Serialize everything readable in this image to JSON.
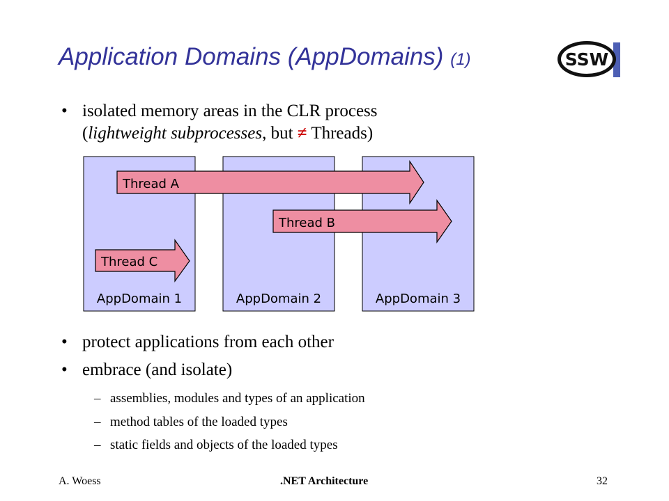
{
  "slide": {
    "title": "Application Domains (AppDomains)",
    "title_suffix": "(1)",
    "logo_text": "SSW",
    "bullets": [
      {
        "line1": "isolated memory areas in the CLR process",
        "line2_open": "(",
        "line2_italic": "lightweight subprocesses",
        "line2_mid": ", but ",
        "line2_symbol": "≠",
        "line2_end": " Threads)"
      },
      {
        "text": "protect applications from each other"
      },
      {
        "text": "embrace (and isolate)"
      }
    ],
    "sub_items": [
      "assemblies, modules and types of an application",
      "method tables of the loaded types",
      "static fields and objects of the loaded types"
    ],
    "bullet_glyph": "•",
    "dash_glyph": "–"
  },
  "diagram": {
    "domains": [
      "AppDomain 1",
      "AppDomain 2",
      "AppDomain 3"
    ],
    "threads": [
      "Thread A",
      "Thread B",
      "Thread C"
    ],
    "domain_color": "#ccccff",
    "thread_color": "#ee8ea2"
  },
  "footer": {
    "author": "A. Woess",
    "course": ".NET Architecture",
    "page": "32"
  }
}
